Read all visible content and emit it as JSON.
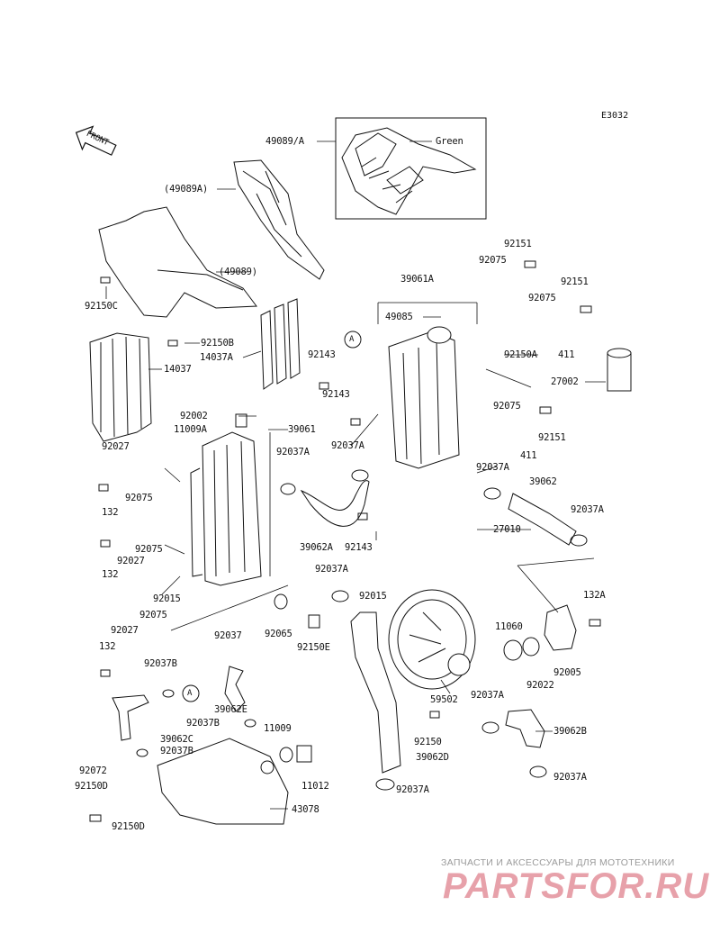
{
  "diagram_code": "E3032",
  "front_arrow": "FRONT",
  "color_note": "Green",
  "ref_mark": "A",
  "labels": [
    {
      "id": "49089A",
      "text": "49089/A"
    },
    {
      "id": "49089A-paren",
      "text": "(49089A)"
    },
    {
      "id": "49089-paren",
      "text": "(49089)"
    },
    {
      "id": "92150C",
      "text": "92150C"
    },
    {
      "id": "92150B",
      "text": "92150B"
    },
    {
      "id": "14037A",
      "text": "14037A"
    },
    {
      "id": "14037",
      "text": "14037"
    },
    {
      "id": "92151-a",
      "text": "92151"
    },
    {
      "id": "92075-a",
      "text": "92075"
    },
    {
      "id": "39061A",
      "text": "39061A"
    },
    {
      "id": "92151-b",
      "text": "92151"
    },
    {
      "id": "92075-b",
      "text": "92075"
    },
    {
      "id": "49085",
      "text": "49085"
    },
    {
      "id": "92150A",
      "text": "92150A"
    },
    {
      "id": "411-a",
      "text": "411"
    },
    {
      "id": "92143-a",
      "text": "92143"
    },
    {
      "id": "92143-b",
      "text": "92143"
    },
    {
      "id": "27002",
      "text": "27002"
    },
    {
      "id": "92075-c",
      "text": "92075"
    },
    {
      "id": "92151-c",
      "text": "92151"
    },
    {
      "id": "411-b",
      "text": "411"
    },
    {
      "id": "92002",
      "text": "92002"
    },
    {
      "id": "11009A",
      "text": "11009A"
    },
    {
      "id": "39061",
      "text": "39061"
    },
    {
      "id": "92037A-a",
      "text": "92037A"
    },
    {
      "id": "92037A-b",
      "text": "92037A"
    },
    {
      "id": "92037A-c",
      "text": "92037A"
    },
    {
      "id": "39062",
      "text": "39062"
    },
    {
      "id": "92027-a",
      "text": "92027"
    },
    {
      "id": "92075-d",
      "text": "92075"
    },
    {
      "id": "27010",
      "text": "27010"
    },
    {
      "id": "92037A-d",
      "text": "92037A"
    },
    {
      "id": "132-a",
      "text": "132"
    },
    {
      "id": "39062A",
      "text": "39062A"
    },
    {
      "id": "92143-c",
      "text": "92143"
    },
    {
      "id": "92075-e",
      "text": "92075"
    },
    {
      "id": "92027-b",
      "text": "92027"
    },
    {
      "id": "132-b",
      "text": "132"
    },
    {
      "id": "92037A-e",
      "text": "92037A"
    },
    {
      "id": "132A",
      "text": "132A"
    },
    {
      "id": "92015-a",
      "text": "92015"
    },
    {
      "id": "92015-b",
      "text": "92015"
    },
    {
      "id": "92075-f",
      "text": "92075"
    },
    {
      "id": "92065",
      "text": "92065"
    },
    {
      "id": "92150E",
      "text": "92150E"
    },
    {
      "id": "11060",
      "text": "11060"
    },
    {
      "id": "92027-c",
      "text": "92027"
    },
    {
      "id": "92037",
      "text": "92037"
    },
    {
      "id": "132-c",
      "text": "132"
    },
    {
      "id": "92037B-a",
      "text": "92037B"
    },
    {
      "id": "92022",
      "text": "92022"
    },
    {
      "id": "92005",
      "text": "92005"
    },
    {
      "id": "39062E",
      "text": "39062E"
    },
    {
      "id": "92037A-f",
      "text": "92037A"
    },
    {
      "id": "59502",
      "text": "59502"
    },
    {
      "id": "92037B-b",
      "text": "92037B"
    },
    {
      "id": "11009",
      "text": "11009"
    },
    {
      "id": "92150",
      "text": "92150"
    },
    {
      "id": "39062B",
      "text": "39062B"
    },
    {
      "id": "39062C",
      "text": "39062C"
    },
    {
      "id": "92037B-c",
      "text": "92037B"
    },
    {
      "id": "92072",
      "text": "92072"
    },
    {
      "id": "39062D",
      "text": "39062D"
    },
    {
      "id": "11012",
      "text": "11012"
    },
    {
      "id": "92037A-g",
      "text": "92037A"
    },
    {
      "id": "92150D-a",
      "text": "92150D"
    },
    {
      "id": "92037A-h",
      "text": "92037A"
    },
    {
      "id": "43078",
      "text": "43078"
    },
    {
      "id": "92150D-b",
      "text": "92150D"
    }
  ],
  "watermark": {
    "tagline": "ЗАПЧАСТИ И АКСЕССУАРЫ ДЛЯ МОТОТЕХНИКИ",
    "brand": "PARTSFOR.RU"
  }
}
